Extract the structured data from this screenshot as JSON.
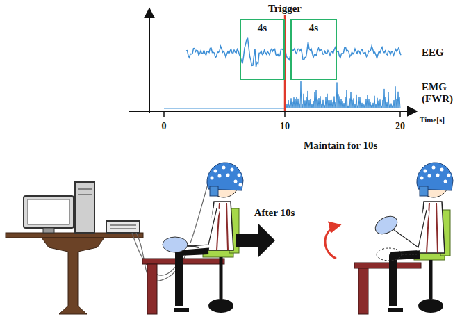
{
  "diagram": {
    "nodes": [
      {
        "text": [
          "4s"
        ]
      },
      {
        "text": [
          "4s"
        ]
      }
    ],
    "labels": [
      "Trigger",
      "EEG",
      "EMG (FWR)",
      "0",
      "10",
      "20",
      "Time[s]",
      "Maintain for 10s",
      "After 10s"
    ]
  }
}
